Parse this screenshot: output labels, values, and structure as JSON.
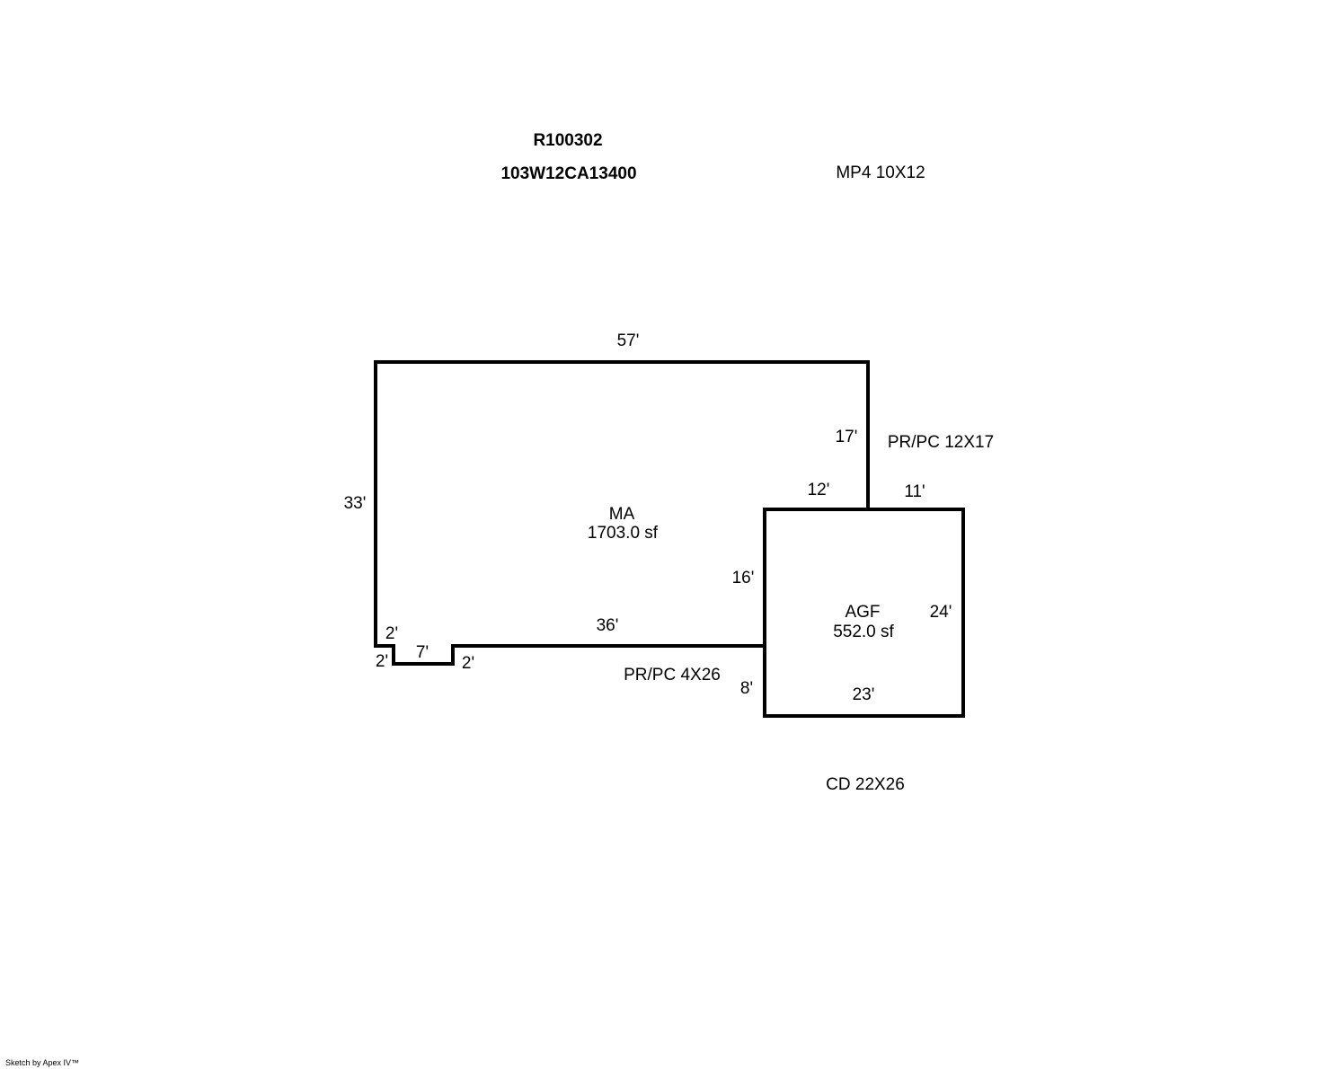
{
  "header": {
    "parcel_id": "R100302",
    "map_number": "103W12CA13400"
  },
  "areas": {
    "main": {
      "code": "MA",
      "area": "1703.0 sf"
    },
    "garage": {
      "code": "AGF",
      "area": "552.0 sf"
    }
  },
  "attachments": {
    "mp4": "MP4 10X12",
    "porch_east": "PR/PC 12X17",
    "porch_south": "PR/PC 4X26",
    "deck": "CD 22X26"
  },
  "dimensions": {
    "top": "57'",
    "left": "33'",
    "right_upper": "17'",
    "garage_top_left": "12'",
    "garage_top_right": "11'",
    "garage_left_upper": "16'",
    "garage_right": "24'",
    "garage_left_lower": "8'",
    "garage_bottom": "23'",
    "bottom_long": "36'",
    "notch_left_inner": "2'",
    "notch_left_outer": "2'",
    "notch_bottom": "7'",
    "notch_right": "2'"
  },
  "footer": {
    "credit": "Sketch by Apex IV™"
  }
}
